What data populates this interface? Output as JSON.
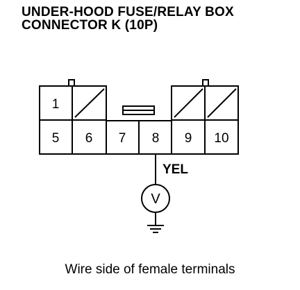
{
  "title": {
    "line1": "UNDER-HOOD FUSE/RELAY BOX",
    "line2": "CONNECTOR K (10P)"
  },
  "connector": {
    "pins": [
      {
        "label": "1",
        "empty": false
      },
      {
        "label": "",
        "empty": true
      },
      {
        "label": "",
        "empty": true
      },
      {
        "label": "",
        "empty": true
      },
      {
        "label": "5",
        "empty": false
      },
      {
        "label": "6",
        "empty": false
      },
      {
        "label": "7",
        "empty": false
      },
      {
        "label": "8",
        "empty": false
      },
      {
        "label": "9",
        "empty": false
      },
      {
        "label": "10",
        "empty": false
      }
    ]
  },
  "wire": {
    "color_label": "YEL",
    "pin": "8"
  },
  "meter": {
    "symbol": "V",
    "name": "voltmeter"
  },
  "caption": "Wire side of female terminals"
}
